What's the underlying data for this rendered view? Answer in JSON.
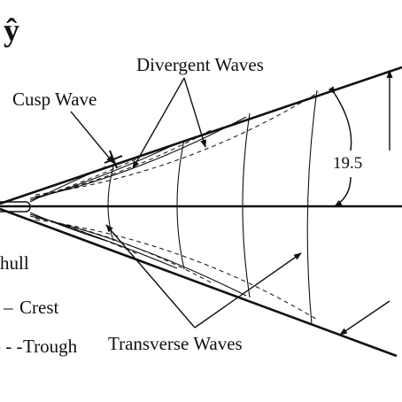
{
  "axis": {
    "y_label": "ŷ"
  },
  "labels": {
    "divergent_waves": "Divergent Waves",
    "cusp_wave": "Cusp Wave",
    "angle_value": "19.5",
    "hull": "hull",
    "crest": "Crest",
    "trough": "Trough",
    "transverse_waves": "Transverse Waves"
  },
  "legend": {
    "crest_prefix": "–",
    "trough_prefix": "- - -"
  },
  "colors": {
    "ink": "#111111",
    "background": "#ffffff"
  }
}
